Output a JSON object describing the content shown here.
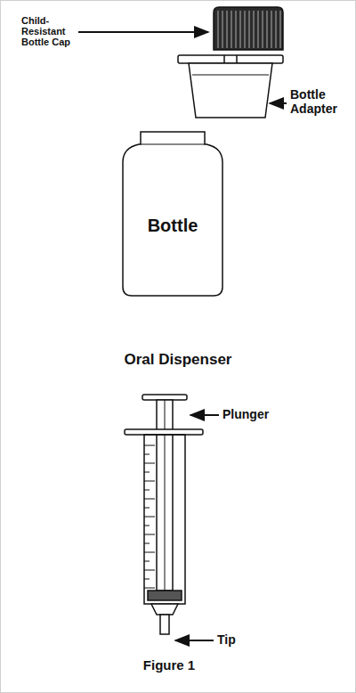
{
  "diagram": {
    "caption": "Figure 1",
    "nodes": [
      {
        "text": [
          "Bottle"
        ]
      }
    ],
    "edges": [],
    "labels": [
      "Child-Resistant Bottle Cap",
      "Bottle Adapter",
      "Oral Dispenser",
      "Plunger",
      "Tip"
    ]
  }
}
